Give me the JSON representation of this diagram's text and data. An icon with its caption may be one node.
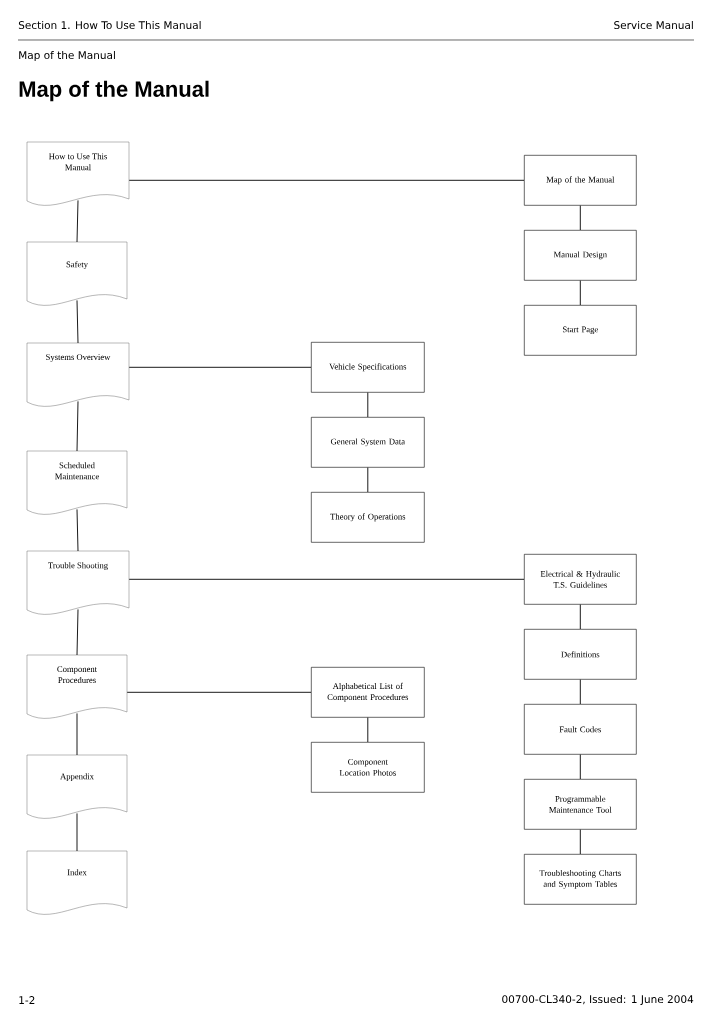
{
  "diagram": {
    "title": "Map of the Manual",
    "nodes": [
      {
        "text": [
          "How to Use This Manual"
        ]
      },
      {
        "text": [
          "Safety"
        ]
      },
      {
        "text": [
          "Systems Overview"
        ]
      },
      {
        "text": [
          "Scheduled Maintenance"
        ]
      },
      {
        "text": [
          "Trouble Shooting"
        ]
      },
      {
        "text": [
          "Component Procedures"
        ]
      },
      {
        "text": [
          "Appendix"
        ]
      },
      {
        "text": [
          "Index"
        ]
      },
      {
        "text": [
          "Map of the Manual"
        ]
      },
      {
        "text": [
          "Manual Design"
        ]
      },
      {
        "text": [
          "Start Page"
        ]
      },
      {
        "text": [
          "Vehicle Specifications"
        ]
      },
      {
        "text": [
          "General System Data"
        ]
      },
      {
        "text": [
          "Theory of Operations"
        ]
      },
      {
        "text": [
          "Electrical & Hydraulic T.S. Guidelines"
        ]
      },
      {
        "text": [
          "Definitions"
        ]
      },
      {
        "text": [
          "Fault Codes"
        ]
      },
      {
        "text": [
          "Programmable Maintenance Tool"
        ]
      },
      {
        "text": [
          "Troubleshooting Charts and Symptom Tables"
        ]
      },
      {
        "text": [
          "Alphabetical List of Component Procedures"
        ]
      },
      {
        "text": [
          "Component Location Photos"
        ]
      }
    ],
    "edges": [
      {
        "from": 0,
        "to": 1,
        "arrow": "none"
      },
      {
        "from": 1,
        "to": 2,
        "arrow": "none"
      },
      {
        "from": 2,
        "to": 3,
        "arrow": "none"
      },
      {
        "from": 3,
        "to": 4,
        "arrow": "none"
      },
      {
        "from": 4,
        "to": 5,
        "arrow": "none"
      },
      {
        "from": 5,
        "to": 6,
        "arrow": "none"
      },
      {
        "from": 6,
        "to": 7,
        "arrow": "none"
      },
      {
        "from": 0,
        "to": 8,
        "arrow": "none"
      },
      {
        "from": 8,
        "to": 9,
        "arrow": "none"
      },
      {
        "from": 9,
        "to": 10,
        "arrow": "none"
      },
      {
        "from": 2,
        "to": 11,
        "arrow": "none"
      },
      {
        "from": 11,
        "to": 12,
        "arrow": "none"
      },
      {
        "from": 12,
        "to": 13,
        "arrow": "none"
      },
      {
        "from": 4,
        "to": 14,
        "arrow": "none"
      },
      {
        "from": 14,
        "to": 15,
        "arrow": "none"
      },
      {
        "from": 15,
        "to": 16,
        "arrow": "none"
      },
      {
        "from": 16,
        "to": 17,
        "arrow": "none"
      },
      {
        "from": 17,
        "to": 18,
        "arrow": "none"
      },
      {
        "from": 5,
        "to": 19,
        "arrow": "none"
      },
      {
        "from": 19,
        "to": 20,
        "arrow": "none"
      }
    ],
    "labels": [
      "Section 1. How To Use This Manual",
      "Service Manual",
      "Map of the Manual",
      "1-2",
      "00700-CL340-2, Issued: 1 June 2004"
    ]
  }
}
